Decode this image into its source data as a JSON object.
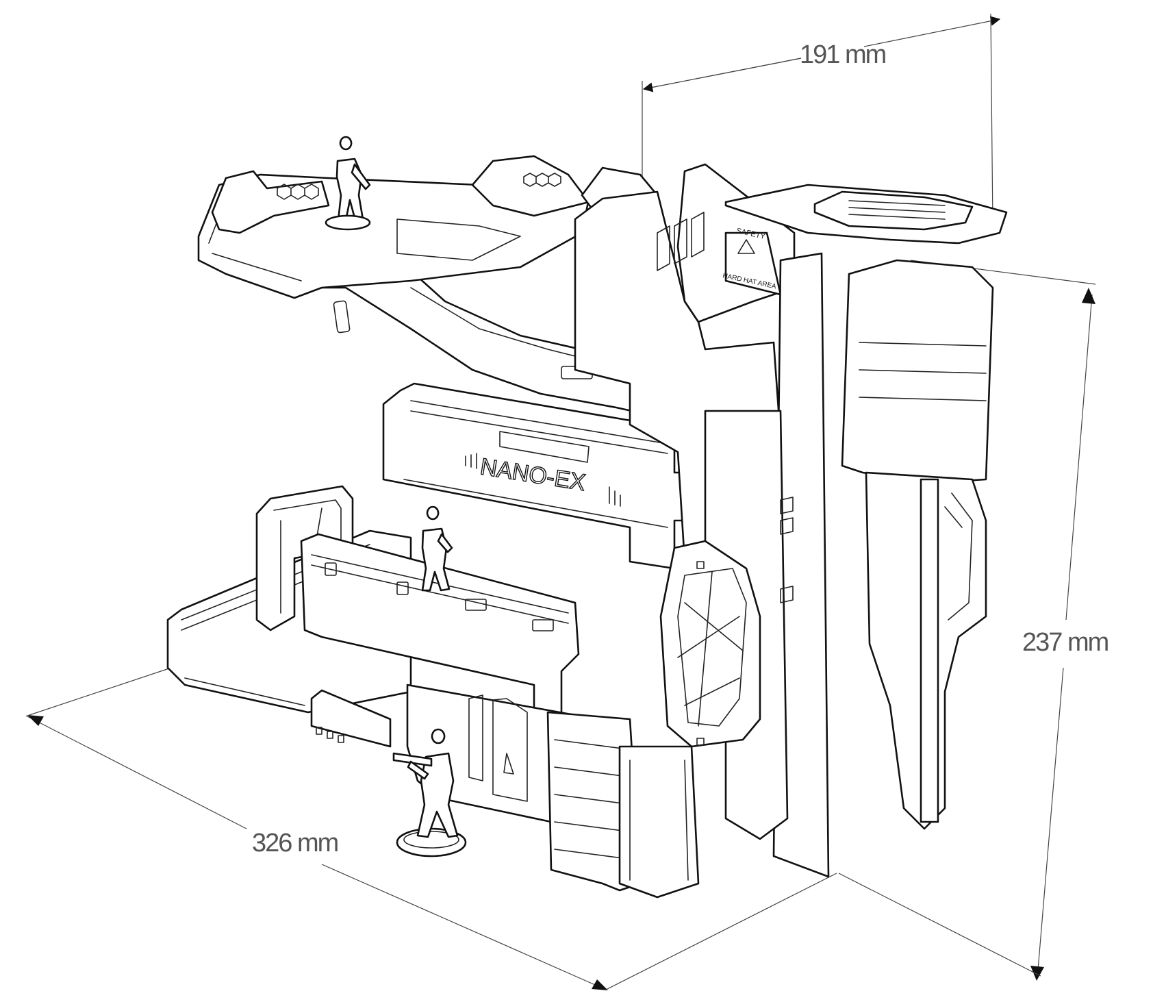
{
  "dimensions": {
    "width": "191 mm",
    "height": "237 mm",
    "length": "326 mm"
  },
  "panel_labels": {
    "brand": "NANO-EX",
    "warning_top": "SAFETY",
    "warning_bottom": "HARD HAT AREA"
  },
  "colors": {
    "ink": "#111111",
    "dimension": "#555555",
    "background": "#ffffff"
  }
}
